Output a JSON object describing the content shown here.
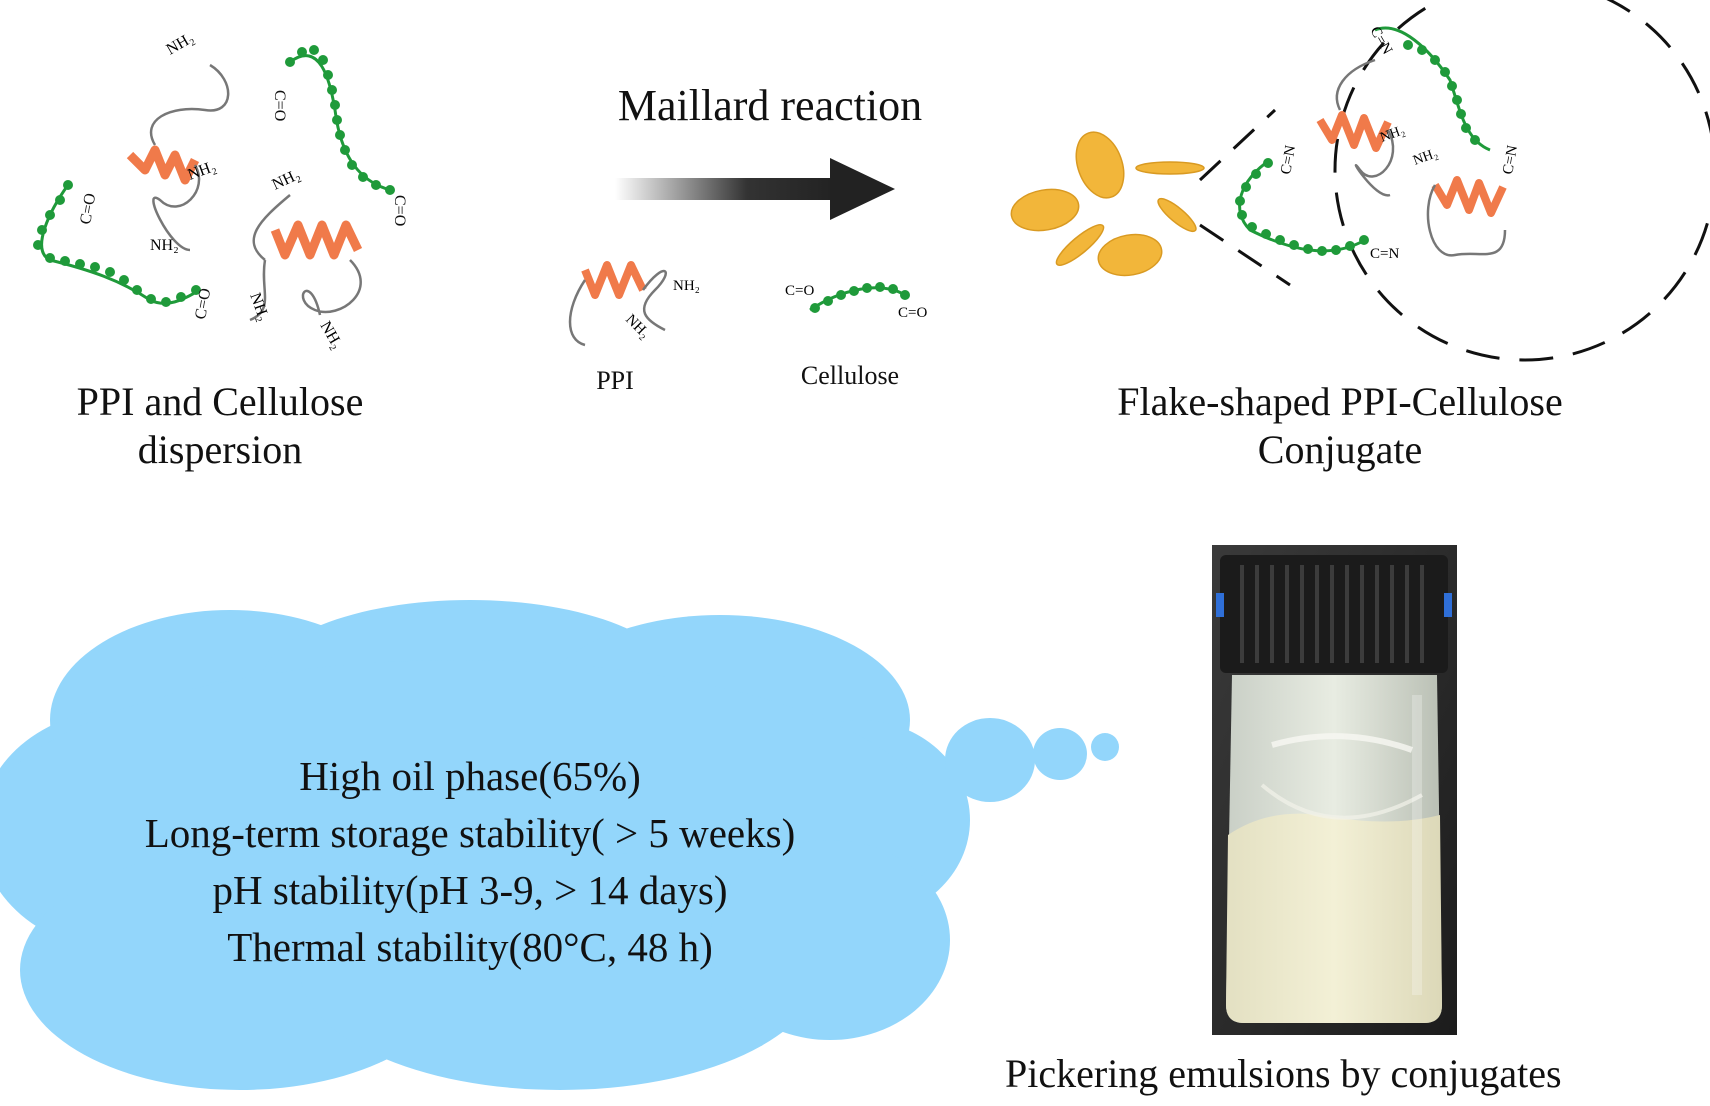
{
  "top": {
    "dispersion_label": [
      "PPI and Cellulose",
      "dispersion"
    ],
    "reaction_label": "Maillard reaction",
    "legend_ppi": "PPI",
    "legend_cellulose": "Cellulose",
    "conjugate_label": [
      "Flake-shaped PPI-Cellulose",
      "Conjugate"
    ]
  },
  "chem": {
    "amine": "NH₂",
    "carbonyl": "C=O",
    "imine": "C=N"
  },
  "cloud": {
    "lines": [
      "High oil phase(65%)",
      "Long-term storage stability( > 5 weeks)",
      "pH stability(pH 3-9,  > 14 days)",
      "Thermal stability(80°C, 48 h)"
    ]
  },
  "photo": {
    "caption": "Pickering emulsions by conjugates"
  },
  "colors": {
    "protein_helix": "#f07a4a",
    "cellulose_bead": "#1f9a3a",
    "flake": "#f2b63a",
    "cloud": "#93d6fb",
    "arrow": "#222222"
  }
}
